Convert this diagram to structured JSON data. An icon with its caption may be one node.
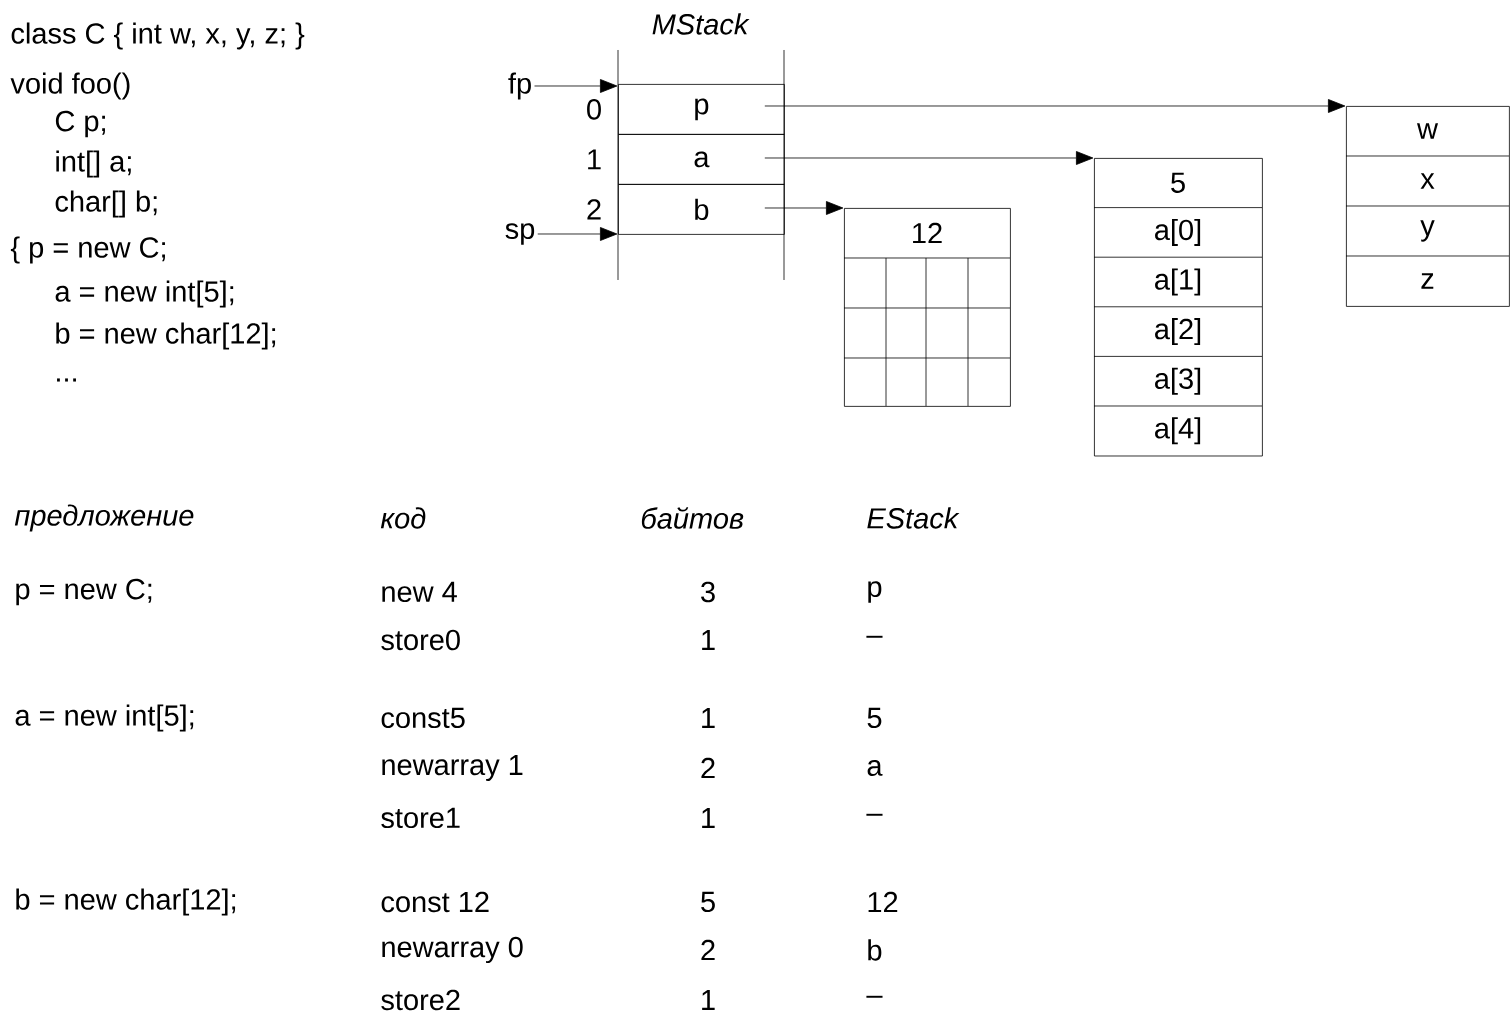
{
  "diagram": {
    "nodes": [
      {
        "text": [
          "MStack"
        ]
      },
      {
        "text": [
          "p"
        ],
        "in": 0,
        "beside": [
          "0"
        ]
      },
      {
        "text": [
          "a"
        ],
        "in": 0,
        "beside": [
          "1"
        ]
      },
      {
        "text": [
          "b"
        ],
        "in": 0,
        "beside": [
          "2"
        ]
      },
      {
        "text": [
          "fp"
        ]
      },
      {
        "text": [
          "sp"
        ]
      },
      {
        "text": [
          "12"
        ]
      },
      {
        "text": [
          "5",
          "a[0]",
          "a[1]",
          "a[2]",
          "a[3]",
          "a[4]"
        ]
      },
      {
        "text": [
          "w",
          "x",
          "y",
          "z"
        ]
      }
    ],
    "edges": [
      {
        "from": 4,
        "to": 0,
        "arrow": "to"
      },
      {
        "from": 5,
        "to": 0,
        "arrow": "to"
      },
      {
        "from": 1,
        "to": 8,
        "arrow": "to"
      },
      {
        "from": 2,
        "to": 7,
        "arrow": "to"
      },
      {
        "from": 3,
        "to": 6,
        "arrow": "to"
      }
    ],
    "labels": [
      "class C { int w, x, y, z; }",
      "void foo()",
      "C p;",
      "int[] a;",
      "char[] b;",
      "{ p = new C;",
      "a = new int[5];",
      "b = new char[12];",
      "...",
      "предложение",
      "код",
      "байтов",
      "EStack",
      "p = new C;",
      "new 4",
      "3",
      "p",
      "store0",
      "1",
      "–",
      "a = new int[5];",
      "const5",
      "1",
      "5",
      "newarray 1",
      "2",
      "a",
      "store1",
      "1",
      "–",
      "b = new char[12];",
      "const 12",
      "5",
      "12",
      "newarray 0",
      "2",
      "b",
      "store2",
      "1",
      "–"
    ]
  }
}
